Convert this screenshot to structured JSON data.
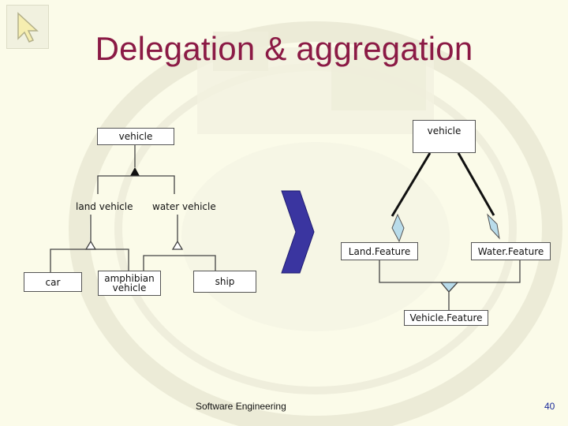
{
  "slide": {
    "title": "Delegation & aggregation",
    "footer": "Software Engineering",
    "page_number": "40"
  },
  "left_diagram": {
    "vehicle": "vehicle",
    "land_vehicle": "land vehicle",
    "water_vehicle": "water vehicle",
    "car": "car",
    "amphibian_line1": "amphibian",
    "amphibian_line2": "vehicle",
    "ship": "ship"
  },
  "right_diagram": {
    "vehicle": "vehicle",
    "land_feature": "Land.Feature",
    "water_feature": "Water.Feature",
    "vehicle_feature": "Vehicle.Feature"
  },
  "colors": {
    "title": "#8b1a45",
    "arrow": "#3a35a0",
    "diamond": "#b9dcea"
  },
  "icons": {
    "logo": "pointer-arrow-logo",
    "transform": "chevron-arrow-icon"
  }
}
